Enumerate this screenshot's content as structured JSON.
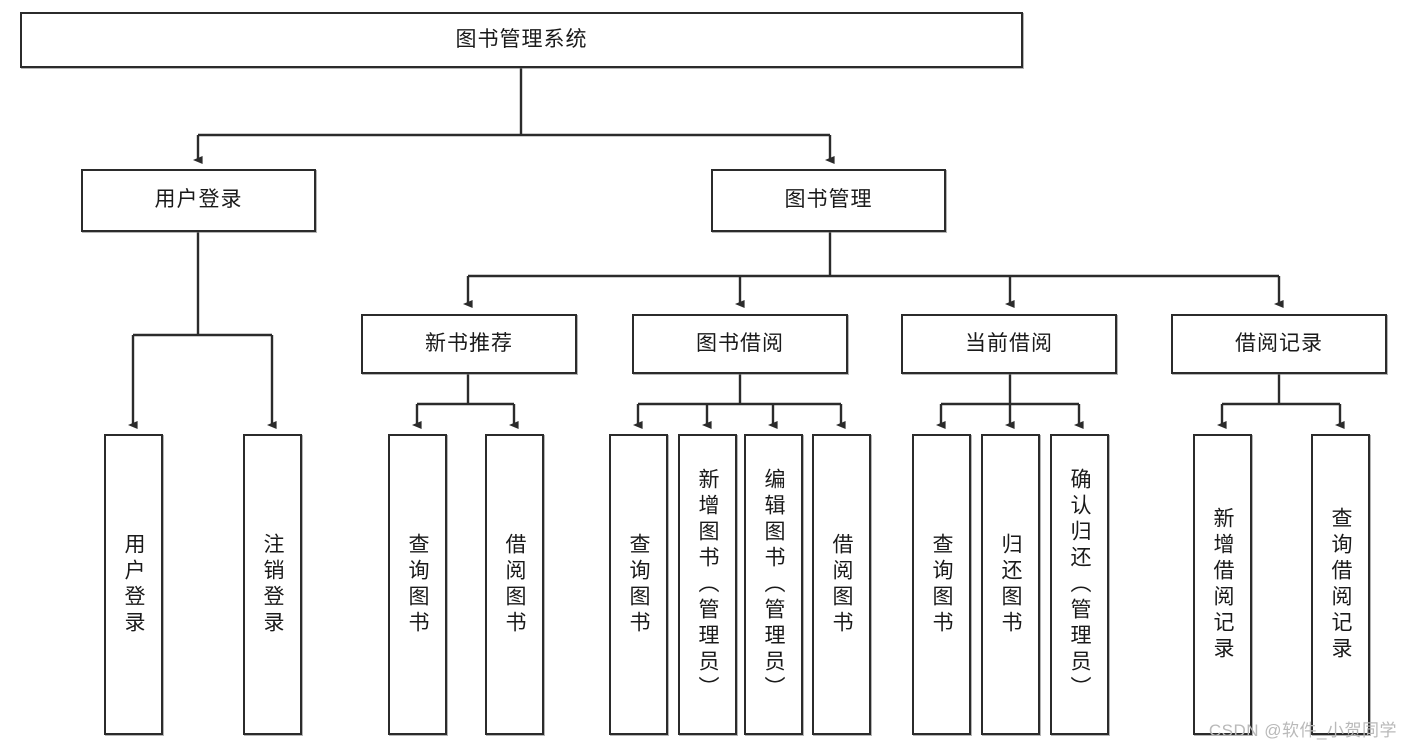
{
  "diagram": {
    "type": "tree-hierarchy-diagram",
    "title": "图书管理系统",
    "watermark": "CSDN @软件_小贺同学",
    "colors": {
      "box_border": "#2b2b2b",
      "box_fill": "#ffffff",
      "connector": "#2b2b2b",
      "text": "#1a1a1a",
      "watermark": "#b9b9b9",
      "background": "#ffffff"
    },
    "nodes": {
      "root": {
        "label": "图书管理系统",
        "level": 0,
        "orientation": "horizontal"
      },
      "l1": [
        {
          "label": "用户登录",
          "orientation": "horizontal"
        },
        {
          "label": "图书管理",
          "orientation": "horizontal"
        }
      ],
      "l2": [
        {
          "label": "新书推荐",
          "orientation": "horizontal"
        },
        {
          "label": "图书借阅",
          "orientation": "horizontal"
        },
        {
          "label": "当前借阅",
          "orientation": "horizontal"
        },
        {
          "label": "借阅记录",
          "orientation": "horizontal"
        }
      ],
      "leaves": {
        "user_login": [
          {
            "label": "用户登录",
            "orientation": "vertical"
          },
          {
            "label": "注销登录",
            "orientation": "vertical"
          }
        ],
        "new_book_rec": [
          {
            "label": "查询图书",
            "orientation": "vertical"
          },
          {
            "label": "借阅图书",
            "orientation": "vertical"
          }
        ],
        "book_borrow": [
          {
            "label": "查询图书",
            "orientation": "vertical"
          },
          {
            "label": "新增图书（管理员）",
            "orientation": "vertical"
          },
          {
            "label": "编辑图书（管理员）",
            "orientation": "vertical"
          },
          {
            "label": "借阅图书",
            "orientation": "vertical"
          }
        ],
        "current_borrow": [
          {
            "label": "查询图书",
            "orientation": "vertical"
          },
          {
            "label": "归还图书",
            "orientation": "vertical"
          },
          {
            "label": "确认归还（管理员）",
            "orientation": "vertical"
          }
        ],
        "borrow_record": [
          {
            "label": "新增借阅记录",
            "orientation": "vertical"
          },
          {
            "label": "查询借阅记录",
            "orientation": "vertical"
          }
        ]
      }
    }
  }
}
